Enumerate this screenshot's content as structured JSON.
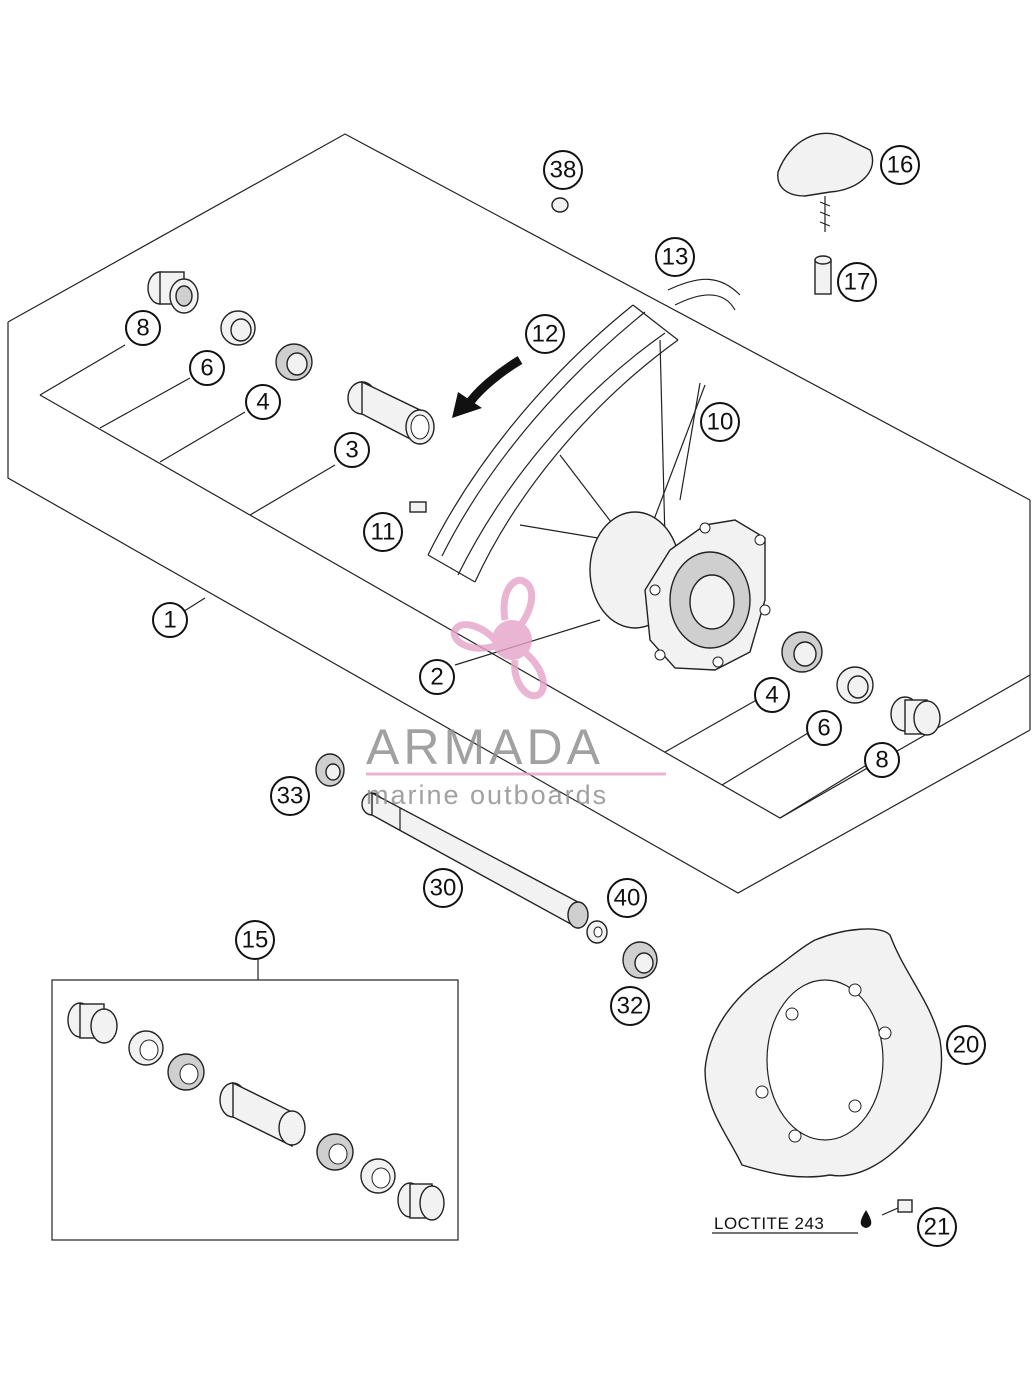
{
  "callouts": [
    {
      "id": "c1",
      "label": "1"
    },
    {
      "id": "c2",
      "label": "2"
    },
    {
      "id": "c3",
      "label": "3"
    },
    {
      "id": "c4a",
      "label": "4"
    },
    {
      "id": "c4b",
      "label": "4"
    },
    {
      "id": "c6a",
      "label": "6"
    },
    {
      "id": "c6b",
      "label": "6"
    },
    {
      "id": "c8a",
      "label": "8"
    },
    {
      "id": "c8b",
      "label": "8"
    },
    {
      "id": "c10",
      "label": "10"
    },
    {
      "id": "c11",
      "label": "11"
    },
    {
      "id": "c12",
      "label": "12"
    },
    {
      "id": "c13",
      "label": "13"
    },
    {
      "id": "c15",
      "label": "15"
    },
    {
      "id": "c16",
      "label": "16"
    },
    {
      "id": "c17",
      "label": "17"
    },
    {
      "id": "c20",
      "label": "20"
    },
    {
      "id": "c21",
      "label": "21"
    },
    {
      "id": "c30",
      "label": "30"
    },
    {
      "id": "c32",
      "label": "32"
    },
    {
      "id": "c33",
      "label": "33"
    },
    {
      "id": "c38",
      "label": "38"
    },
    {
      "id": "c40",
      "label": "40"
    }
  ],
  "note": {
    "text": "LOCTITE 243"
  },
  "watermark": {
    "title": "ARMADA",
    "subtitle": "marine outboards",
    "color": "#e6a3c8"
  }
}
